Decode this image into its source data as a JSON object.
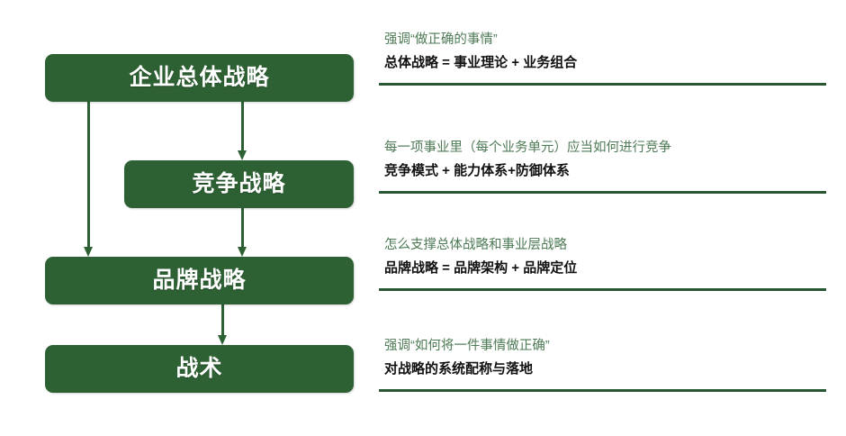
{
  "theme": {
    "box_fill": "#2d6033",
    "box_text": "#ffffff",
    "connector": "#2d6033",
    "desc_text": "#4e7a55",
    "formula_text": "#111111",
    "rule": "#2a5733",
    "background": "#ffffff"
  },
  "flow": {
    "boxes": [
      {
        "id": "overall",
        "label": "企业总体战略"
      },
      {
        "id": "compete",
        "label": "竞争战略"
      },
      {
        "id": "brand",
        "label": "品牌战略"
      },
      {
        "id": "tactics",
        "label": "战术"
      }
    ],
    "connectors": [
      {
        "id": "overall-brand",
        "from": "企业总体战略",
        "to": "品牌战略",
        "icon": "down-arrow-icon"
      },
      {
        "id": "overall-compete",
        "from": "企业总体战略",
        "to": "竞争战略",
        "icon": "down-arrow-icon"
      },
      {
        "id": "compete-brand",
        "from": "竞争战略",
        "to": "品牌战略",
        "icon": "down-arrow-icon"
      },
      {
        "id": "brand-tactics",
        "from": "品牌战略",
        "to": "战术",
        "icon": "down-arrow-icon"
      }
    ]
  },
  "notes": [
    {
      "desc": "强调“做正确的事情”",
      "formula": "总体战略 = 事业理论 + 业务组合"
    },
    {
      "desc": "每一项事业里（每个业务单元）应当如何进行竞争",
      "formula": "竞争模式 + 能力体系+防御体系"
    },
    {
      "desc": "怎么支撑总体战略和事业层战略",
      "formula": "品牌战略 = 品牌架构 + 品牌定位"
    },
    {
      "desc": "强调“如何将一件事情做正确”",
      "formula": "对战略的系统配称与落地"
    }
  ]
}
